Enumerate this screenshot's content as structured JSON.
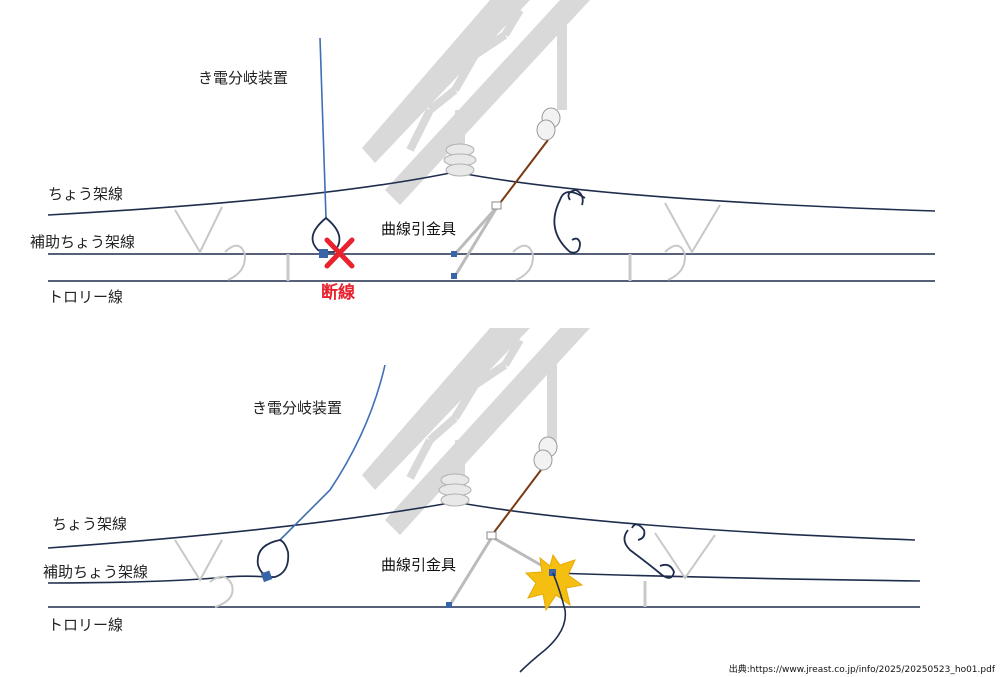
{
  "colors": {
    "wire": "#1f2d4d",
    "dropper": "#c8c8c8",
    "branch": "#3f6fb5",
    "rod": "#7a3b12",
    "truss": "#d9d9d9",
    "insulator": "#e8e8e8",
    "break_mark": "#e8232e",
    "spark": "#f5bf12",
    "clip": "#3a64a8"
  },
  "top_panel": {
    "branch_label": "き電分岐装置",
    "messenger_label": "ちょう架線",
    "aux_messenger_label": "補助ちょう架線",
    "trolley_label": "トロリー線",
    "curve_fitting_label": "曲線引金具",
    "break_label": "断線",
    "break_icon": "x-mark"
  },
  "bottom_panel": {
    "branch_label": "き電分岐装置",
    "messenger_label": "ちょう架線",
    "aux_messenger_label": "補助ちょう架線",
    "trolley_label": "トロリー線",
    "curve_fitting_label": "曲線引金具",
    "spark_icon": "spark"
  },
  "source": "出典:https://www.jreast.co.jp/info/2025/20250523_ho01.pdf"
}
